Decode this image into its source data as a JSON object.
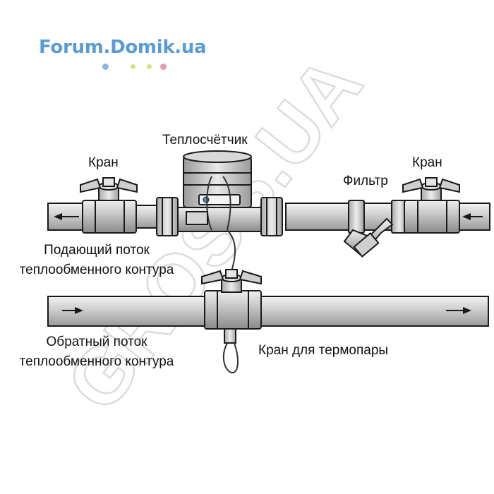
{
  "logo": {
    "text": "Forum.Domik.ua",
    "dot_colors": [
      "#8fb5e0",
      "#d6df86",
      "#d6df86",
      "#e79ab6"
    ]
  },
  "watermark": {
    "text": "GROSS.UA"
  },
  "labels": {
    "meter": "Теплосчётчик",
    "valve_left": "Кран",
    "valve_right": "Кран",
    "filter": "Фильтр",
    "supply_line1": "Подающий поток",
    "supply_line2": "теплообменного контура",
    "return_line1": "Обратный поток",
    "return_line2": "теплообменного контура",
    "thermo_valve": "Кран для термопары"
  },
  "colors": {
    "pipe_fill": "#c9c9c9",
    "outline": "#1a1a1a",
    "watermark": "#e2e2e2"
  }
}
